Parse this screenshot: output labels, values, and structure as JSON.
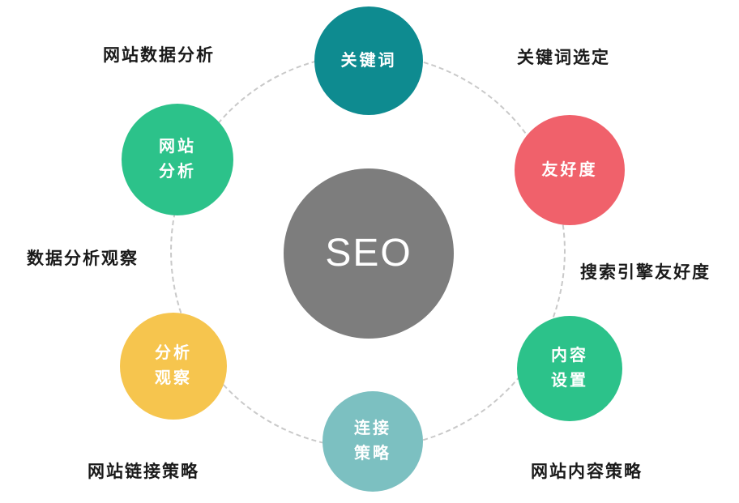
{
  "diagram": {
    "center": {
      "label": "SEO",
      "color": "#7d7d7d",
      "text_color": "#ffffff"
    },
    "ring_color": "#c9c9c9",
    "nodes": [
      {
        "label": "关键词",
        "color": "#0e8b90"
      },
      {
        "label": "友好度",
        "color": "#f0616b"
      },
      {
        "label": "内容\n设置",
        "color": "#2cc28a"
      },
      {
        "label": "连接\n策略",
        "color": "#7cc0c1"
      },
      {
        "label": "分析\n观察",
        "color": "#f6c54e"
      },
      {
        "label": "网站\n分析",
        "color": "#2cc28a"
      }
    ],
    "outer_labels": [
      {
        "text": "网站数据分析"
      },
      {
        "text": "关键词选定"
      },
      {
        "text": "搜索引擎友好度"
      },
      {
        "text": "网站内容策略"
      },
      {
        "text": "网站链接策略"
      },
      {
        "text": "数据分析观察"
      }
    ]
  }
}
